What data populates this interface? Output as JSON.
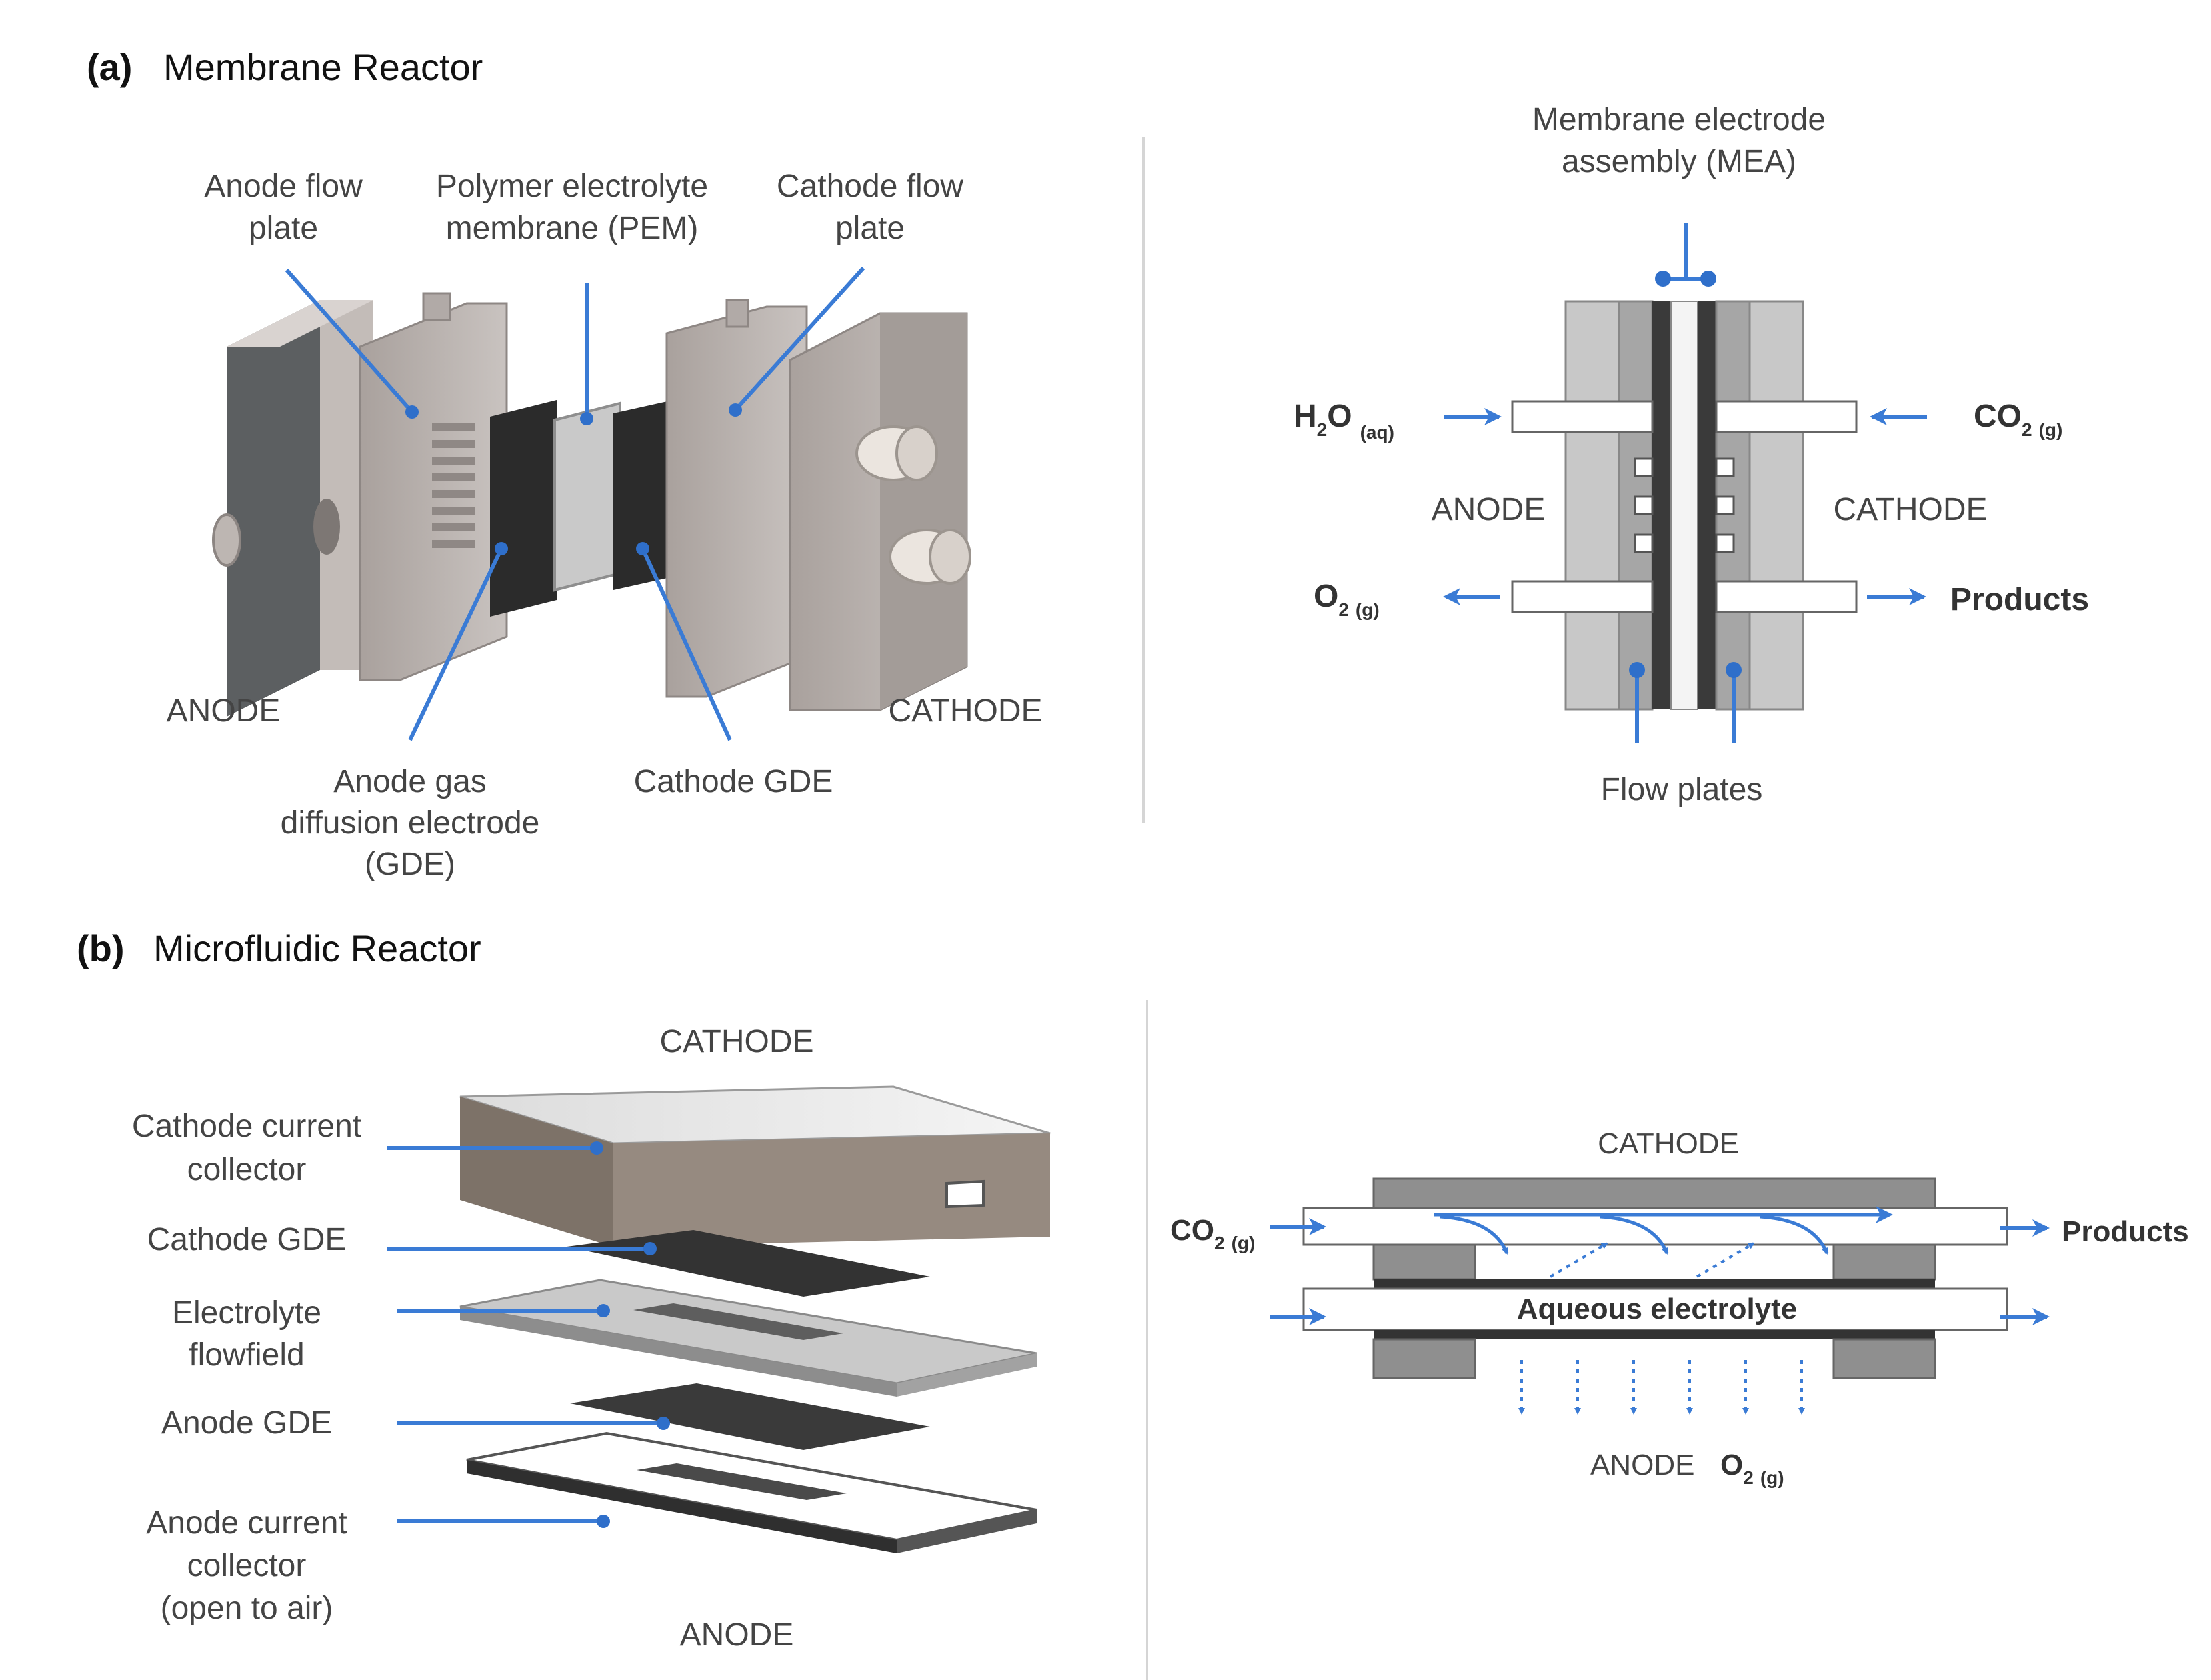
{
  "panel_a": {
    "letter": "(a)",
    "title": "Membrane Reactor",
    "exploded": {
      "anode_flow_plate": [
        "Anode flow",
        "plate"
      ],
      "pem": [
        "Polymer electrolyte",
        "membrane (PEM)"
      ],
      "cathode_flow_plate": [
        "Cathode flow",
        "plate"
      ],
      "anode": "ANODE",
      "cathode": "CATHODE",
      "anode_gde": [
        "Anode gas",
        "diffusion electrode",
        "(GDE)"
      ],
      "cathode_gde": "Cathode GDE"
    },
    "schematic": {
      "mea": [
        "Membrane electrode",
        "assembly (MEA)"
      ],
      "h2o": "H",
      "h2o_sub": "2",
      "h2o_tail": "O",
      "h2o_state": "(aq)",
      "co2": "CO",
      "co2_sub": "2",
      "co2_state": "(g)",
      "anode": "ANODE",
      "cathode": "CATHODE",
      "o2": "O",
      "o2_sub": "2",
      "o2_state": "(g)",
      "products": "Products",
      "flow_plates": "Flow plates"
    }
  },
  "panel_b": {
    "letter": "(b)",
    "title": "Microfluidic Reactor",
    "exploded": {
      "cathode": "CATHODE",
      "cathode_collector": [
        "Cathode current",
        "collector"
      ],
      "cathode_gde": "Cathode GDE",
      "flowfield": [
        "Electrolyte",
        "flowfield"
      ],
      "anode_gde": "Anode GDE",
      "anode_collector": [
        "Anode current",
        "collector",
        "(open to air)"
      ],
      "anode": "ANODE"
    },
    "schematic": {
      "cathode": "CATHODE",
      "co2": "CO",
      "co2_sub": "2",
      "co2_state": "(g)",
      "products": "Products",
      "electrolyte": "Aqueous electrolyte",
      "anode": "ANODE",
      "o2": "O",
      "o2_sub": "2",
      "o2_state": "(g)"
    }
  },
  "colors": {
    "accent_blue": "#3a7bd5",
    "plate_gray": "#b9b3b0",
    "dark_gde": "#2b2b2b"
  }
}
